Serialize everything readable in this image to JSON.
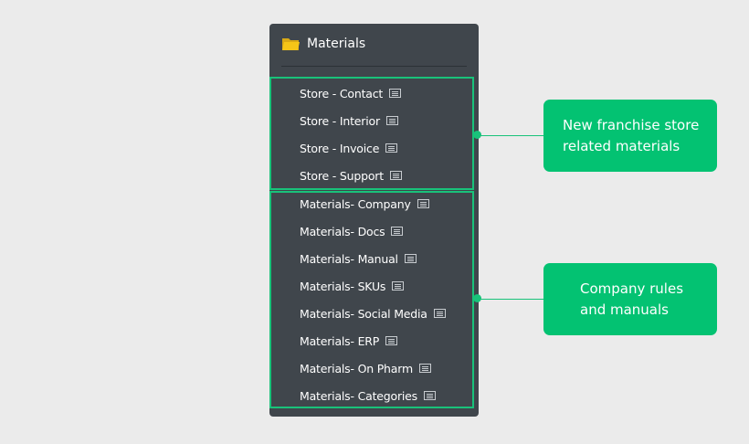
{
  "panel": {
    "title": "Materials",
    "icon": "folder-icon",
    "groups": [
      {
        "items": [
          {
            "label": "Store - Contact"
          },
          {
            "label": "Store - Interior"
          },
          {
            "label": "Store - Invoice"
          },
          {
            "label": "Store - Support"
          }
        ]
      },
      {
        "items": [
          {
            "label": "Materials- Company"
          },
          {
            "label": "Materials- Docs"
          },
          {
            "label": "Materials- Manual"
          },
          {
            "label": "Materials- SKUs"
          },
          {
            "label": "Materials- Social Media"
          },
          {
            "label": "Materials- ERP"
          },
          {
            "label": "Materials- On Pharm"
          },
          {
            "label": "Materials- Categories"
          }
        ]
      }
    ]
  },
  "callouts": [
    {
      "text": "New franchise store\nrelated materials"
    },
    {
      "text": "Company rules\nand manuals"
    }
  ],
  "colors": {
    "accent": "#03c272",
    "panel": "#40464c",
    "background": "#ebebeb",
    "folder": "#f5c518"
  }
}
